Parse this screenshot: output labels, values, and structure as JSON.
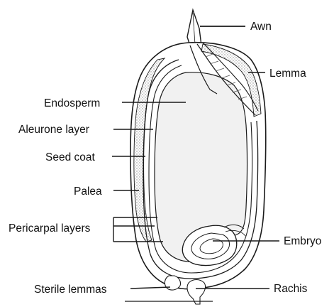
{
  "labels": {
    "awn": "Awn",
    "lemma": "Lemma",
    "endosperm": "Endosperm",
    "aleurone_layer": "Aleurone layer",
    "seed_coat": "Seed coat",
    "palea": "Palea",
    "pericarpal_layers": "Pericarpal layers",
    "embryo": "Embryo",
    "sterile_lemmas": "Sterile lemmas",
    "rachis": "Rachis"
  },
  "colors": {
    "line": "#1a1a1a",
    "endosperm_fill": "#f1f1f1",
    "aleurone_stipple": "#8a8a8a",
    "background": "#ffffff"
  }
}
